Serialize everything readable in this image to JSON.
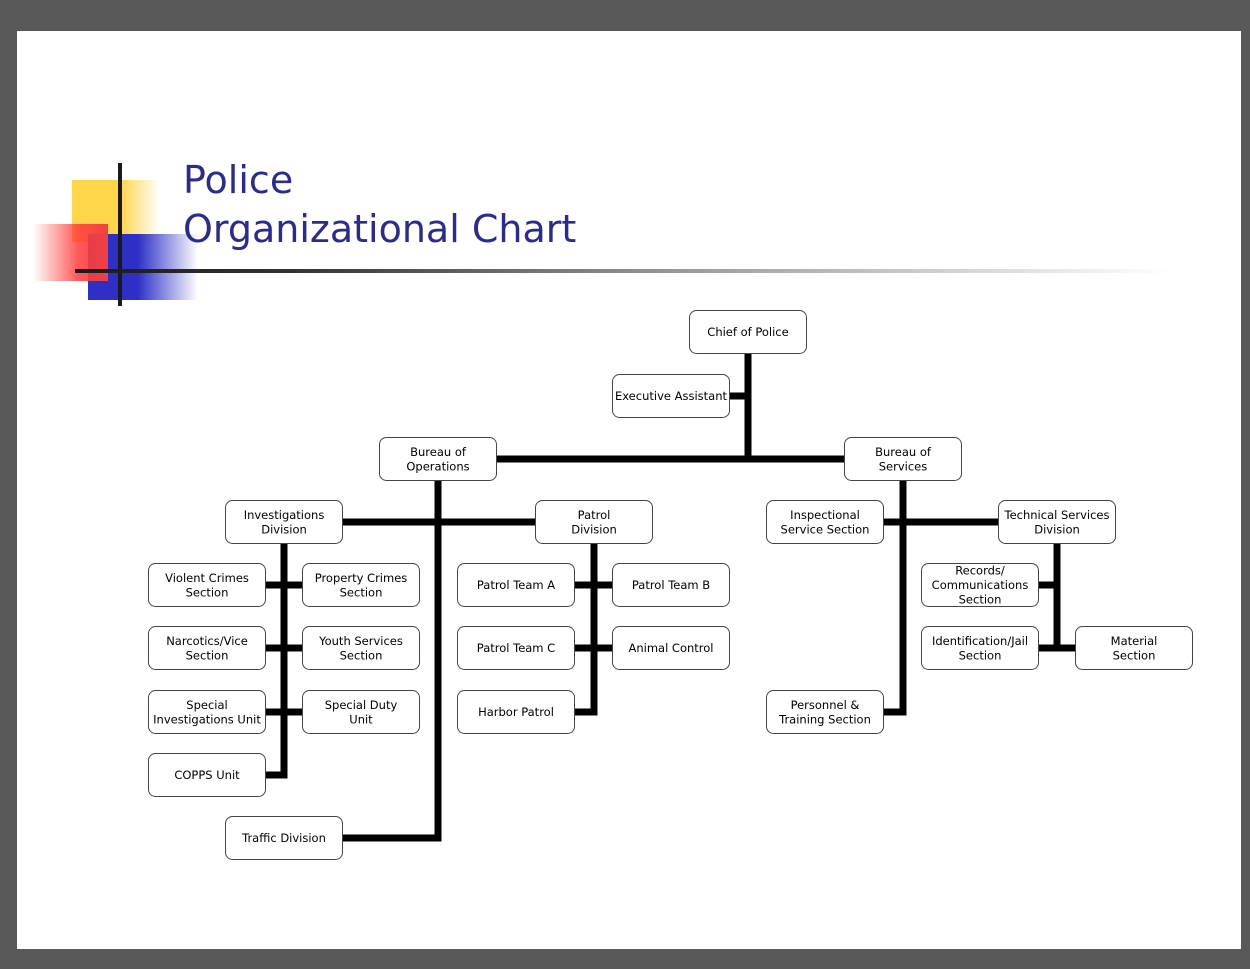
{
  "slide": {
    "title_line1": "Police",
    "title_line2": "Organizational Chart"
  },
  "org_chart": {
    "nodes": [
      {
        "id": "chief",
        "label": [
          "Chief of Police"
        ]
      },
      {
        "id": "exec",
        "label": [
          "Executive Assistant"
        ]
      },
      {
        "id": "bops",
        "label": [
          "Bureau of",
          "Operations"
        ]
      },
      {
        "id": "bsvc",
        "label": [
          "Bureau of",
          "Services"
        ]
      },
      {
        "id": "inv",
        "label": [
          "Investigations",
          "Division"
        ]
      },
      {
        "id": "patrol",
        "label": [
          "Patrol",
          "Division"
        ]
      },
      {
        "id": "insp",
        "label": [
          "Inspectional",
          "Service Section"
        ]
      },
      {
        "id": "tech",
        "label": [
          "Technical Services",
          "Division"
        ]
      },
      {
        "id": "violent",
        "label": [
          "Violent Crimes",
          "Section"
        ]
      },
      {
        "id": "property",
        "label": [
          "Property Crimes",
          "Section"
        ]
      },
      {
        "id": "narc",
        "label": [
          "Narcotics/Vice",
          "Section"
        ]
      },
      {
        "id": "youth",
        "label": [
          "Youth Services",
          "Section"
        ]
      },
      {
        "id": "siu",
        "label": [
          "Special",
          "Investigations Unit"
        ]
      },
      {
        "id": "sdu",
        "label": [
          "Special Duty",
          "Unit"
        ]
      },
      {
        "id": "copps",
        "label": [
          "COPPS Unit"
        ]
      },
      {
        "id": "traffic",
        "label": [
          "Traffic Division"
        ]
      },
      {
        "id": "pta",
        "label": [
          "Patrol Team A"
        ]
      },
      {
        "id": "ptb",
        "label": [
          "Patrol Team B"
        ]
      },
      {
        "id": "ptc",
        "label": [
          "Patrol Team C"
        ]
      },
      {
        "id": "animal",
        "label": [
          "Animal Control"
        ]
      },
      {
        "id": "harbor",
        "label": [
          "Harbor Patrol"
        ]
      },
      {
        "id": "records",
        "label": [
          "Records/",
          "Communications",
          "Section"
        ]
      },
      {
        "id": "idjail",
        "label": [
          "Identification/Jail",
          "Section"
        ]
      },
      {
        "id": "material",
        "label": [
          "Material",
          "Section"
        ]
      },
      {
        "id": "personnel",
        "label": [
          "Personnel &",
          "Training Section"
        ]
      }
    ]
  }
}
